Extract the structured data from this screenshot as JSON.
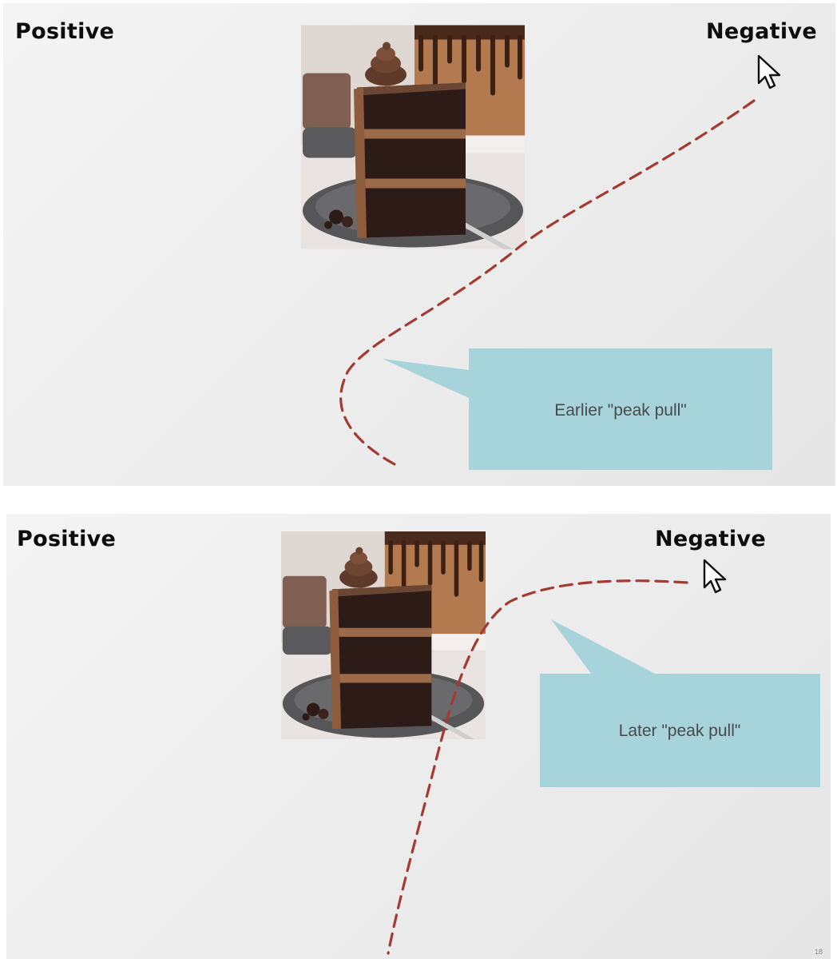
{
  "colors": {
    "curve": "#a43a32",
    "callout": "#a7d3db",
    "label": "#0d0d0d",
    "callout_text": "#4a4a4a"
  },
  "slides": [
    {
      "positive_label": "Positive",
      "negative_label": "Negative",
      "image_subject": "chocolate layer cake slice on a grey plate",
      "pointer_icon": "mouse-cursor-icon",
      "callout_text": "Earlier \"peak pull\""
    },
    {
      "positive_label": "Positive",
      "negative_label": "Negative",
      "image_subject": "chocolate layer cake slice on a grey plate",
      "pointer_icon": "mouse-cursor-icon",
      "callout_text": "Later \"peak pull\"",
      "page_number": "18"
    }
  ]
}
